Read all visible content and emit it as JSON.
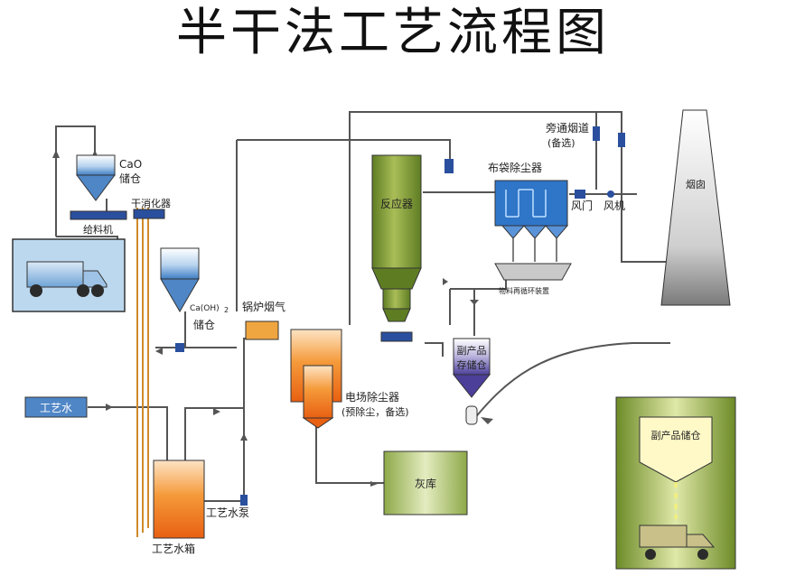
{
  "title": "半干法工艺流程图",
  "labels": {
    "cao_silo": "CaO",
    "cao_silo_2": "储仓",
    "feeder": "给料机",
    "hydrator": "干消化器",
    "caoh2_silo": "Ca(OH)",
    "caoh2_sub": "2",
    "caoh2_silo_2": "储仓",
    "boiler_gas": "锅炉烟气",
    "process_water": "工艺水",
    "water_tank": "工艺水箱",
    "water_pump": "工艺水泵",
    "reactor": "反应器",
    "esp": "电场除尘器",
    "esp_note": "(预除尘，备选)",
    "ash_store": "灰库",
    "baghouse": "布袋除尘器",
    "bypass": "旁通烟道",
    "bypass_note": "(备选)",
    "damper": "风门",
    "fan": "风机",
    "chimney": "烟囱",
    "recirc": "物料再循环装置",
    "byproduct_bin": "副产品",
    "byproduct_bin_2": "存储仓",
    "byproduct_store": "副产品储仓"
  }
}
